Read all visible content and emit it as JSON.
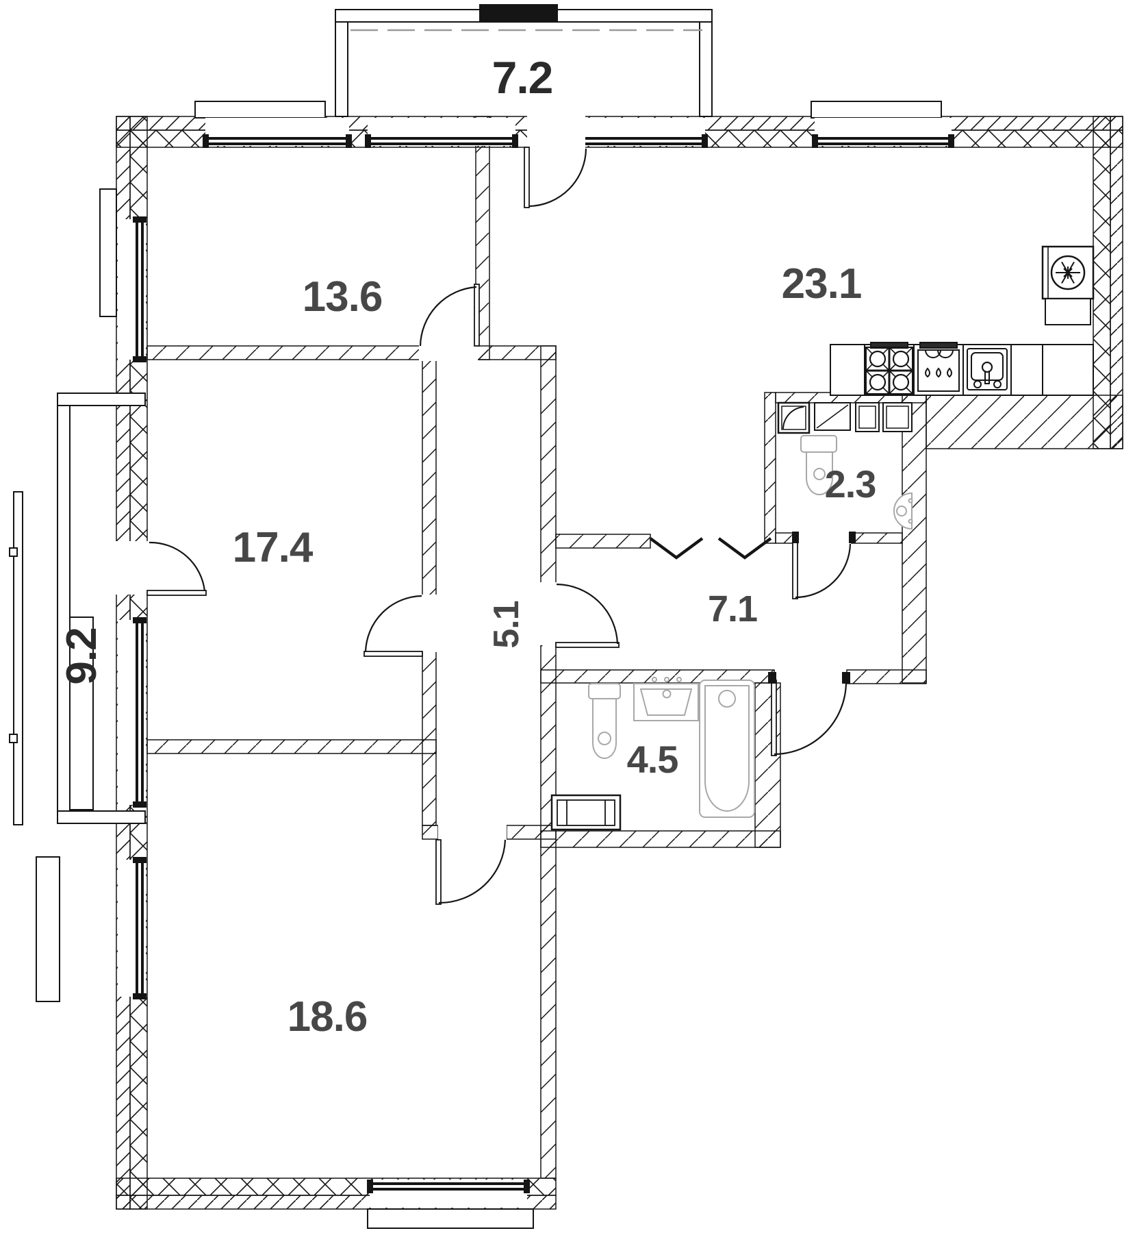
{
  "plan_type": "apartment-floor-plan",
  "rooms": [
    {
      "area": "7.2",
      "name": "balcony-top",
      "orientation": "horizontal"
    },
    {
      "area": "13.6",
      "name": "bedroom-top-left",
      "orientation": "horizontal"
    },
    {
      "area": "23.1",
      "name": "kitchen-living-room",
      "orientation": "horizontal"
    },
    {
      "area": "9.2",
      "name": "balcony-left",
      "orientation": "vertical"
    },
    {
      "area": "17.4",
      "name": "bedroom-middle-left",
      "orientation": "horizontal"
    },
    {
      "area": "5.1",
      "name": "corridor",
      "orientation": "vertical"
    },
    {
      "area": "7.1",
      "name": "hallway",
      "orientation": "horizontal"
    },
    {
      "area": "2.3",
      "name": "wc",
      "orientation": "horizontal"
    },
    {
      "area": "4.5",
      "name": "bathroom",
      "orientation": "horizontal"
    },
    {
      "area": "18.6",
      "name": "bedroom-bottom-left",
      "orientation": "horizontal"
    }
  ],
  "fixtures": [
    "fridge-with-snowflake",
    "kitchen-counter",
    "cooktop-4-burners",
    "dishwasher",
    "kitchen-sink",
    "corner-shower-unit",
    "shower-tray",
    "storage-cabinets",
    "wc-toilet",
    "wc-corner-washbasin",
    "bathroom-toilet",
    "vanity-washbasin",
    "bathtub",
    "washing-machine-cabinet"
  ],
  "openings": [
    "balcony-door-kitchen",
    "door-13-6",
    "door-17-4",
    "balcony-door-17-4",
    "door-18-6",
    "door-corridor-hallway",
    "door-wc",
    "entrance-door",
    "open-passage-chevrons",
    "windows-x8"
  ],
  "colors": {
    "walls": "#151515",
    "labels": "#474747",
    "balcony_labels": "#2b2b2b",
    "fixtures_gray": "#a8a8a8",
    "background": "#ffffff"
  }
}
